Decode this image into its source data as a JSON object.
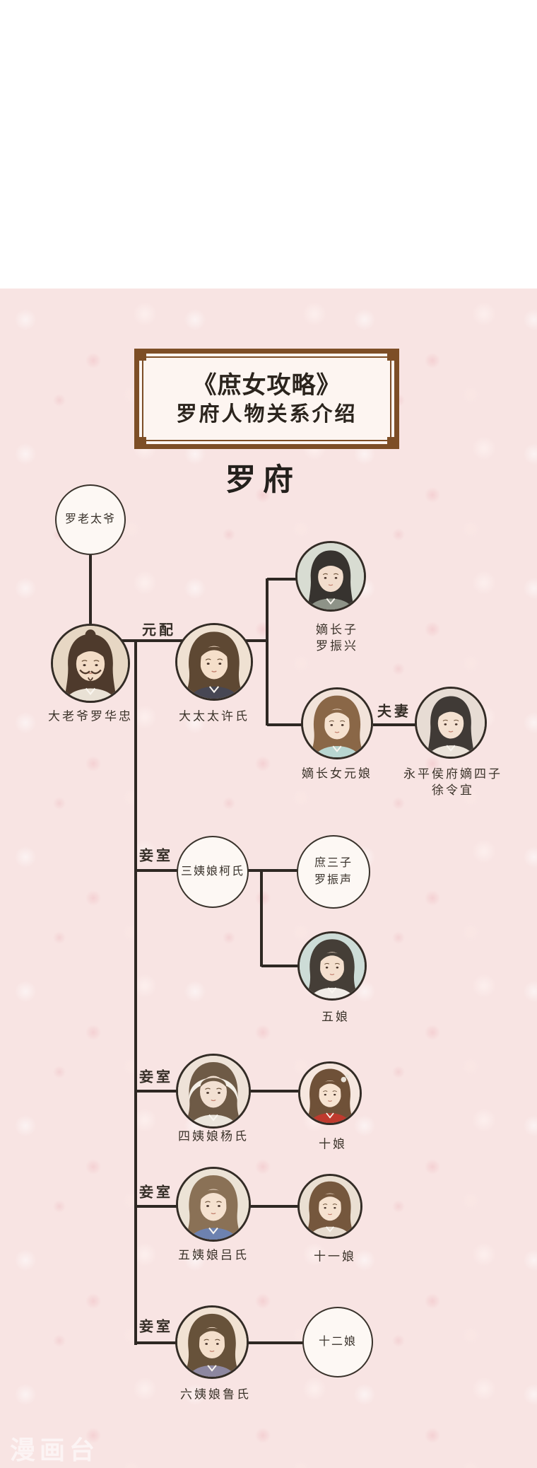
{
  "page": {
    "watermark": "漫画台",
    "colors": {
      "background_pink": "#f8e4e3",
      "top_strip_white": "#ffffff",
      "frame_brown": "#7d4e26",
      "connector_line": "#2e2823",
      "circle_fill": "#fdf8f4"
    }
  },
  "title_box": {
    "line1": "《庶女攻略》",
    "line2": "罗府人物关系介绍"
  },
  "heading": "罗府",
  "relationship_labels": {
    "yuanpei": "元配",
    "fuqi": "夫妻",
    "qieshi": "妾室"
  },
  "people": {
    "luolaotaiye": {
      "name": "罗老太爷",
      "node_type": "text-circle"
    },
    "dalaoye": {
      "name": "大老爷罗华忠",
      "node_type": "portrait",
      "avatar": {
        "style": "elder",
        "bg": "#e7d7c4",
        "hair": "#4e3a2c",
        "skin": "#f3dcc6",
        "cloth": "#e9e1d5"
      }
    },
    "dataitai": {
      "name": "大太太许氏",
      "node_type": "portrait",
      "avatar": {
        "style": "female",
        "bg": "#efe1d2",
        "hair": "#5e4833",
        "skin": "#f5dfca",
        "cloth": "#474754"
      }
    },
    "dizhangzi": {
      "name_line1": "嫡长子",
      "name_line2": "罗振兴",
      "node_type": "portrait",
      "avatar": {
        "style": "male",
        "bg": "#d8dcd2",
        "hair": "#37332f",
        "skin": "#f2ddcd",
        "cloth": "#8e9388"
      }
    },
    "yuanniang": {
      "name": "嫡长女元娘",
      "node_type": "portrait",
      "avatar": {
        "style": "female",
        "bg": "#f2e3da",
        "hair": "#8a6747",
        "skin": "#f6e2d0",
        "cloth": "#b9d6d1"
      }
    },
    "xulingyi": {
      "name_line1": "永平侯府嫡四子",
      "name_line2": "徐令宜",
      "node_type": "portrait",
      "avatar": {
        "style": "male",
        "bg": "#e7dcd4",
        "hair": "#403a36",
        "skin": "#f4e1d1",
        "cloth": "#ebe3da"
      }
    },
    "sanyiniang": {
      "name": "三姨娘柯氏",
      "node_type": "text-circle"
    },
    "shusanzi": {
      "name_line1": "庶三子",
      "name_line2": "罗振声",
      "node_type": "text-circle"
    },
    "wuniang": {
      "name": "五娘",
      "node_type": "portrait",
      "avatar": {
        "style": "female",
        "bg": "#cddcd7",
        "hair": "#453e37",
        "skin": "#f4dfce",
        "cloth": "#f0ece7"
      }
    },
    "siyiniang": {
      "name": "四姨娘杨氏",
      "node_type": "portrait",
      "avatar": {
        "style": "hooded",
        "bg": "#eee2d8",
        "hair": "#6e5a46",
        "skin": "#f2e0d2",
        "cloth": "#ebe5dc",
        "accent": "#f4efe7"
      }
    },
    "shiniang": {
      "name": "十娘",
      "node_type": "portrait",
      "avatar": {
        "style": "female",
        "bg": "#f6e7df",
        "hair": "#6f5138",
        "skin": "#f7e3d1",
        "cloth": "#bf3a2e",
        "flower": "#e9e3d9"
      }
    },
    "wuyiniang": {
      "name": "五姨娘吕氏",
      "node_type": "portrait",
      "avatar": {
        "style": "female",
        "bg": "#ece3d6",
        "hair": "#8a7156",
        "skin": "#f5e1cf",
        "cloth": "#6d82b0"
      }
    },
    "shiyiniang": {
      "name": "十一娘",
      "node_type": "portrait",
      "avatar": {
        "style": "female",
        "bg": "#eadfd2",
        "hair": "#75573d",
        "skin": "#f6e2d0",
        "cloth": "#e7dccf"
      }
    },
    "liuyiniang": {
      "name": "六姨娘鲁氏",
      "node_type": "portrait",
      "avatar": {
        "style": "female",
        "bg": "#f1e2d3",
        "hair": "#67523a",
        "skin": "#f4dfcb",
        "cloth": "#8d87a0"
      }
    },
    "shierniang": {
      "name": "十二娘",
      "node_type": "text-circle"
    }
  }
}
